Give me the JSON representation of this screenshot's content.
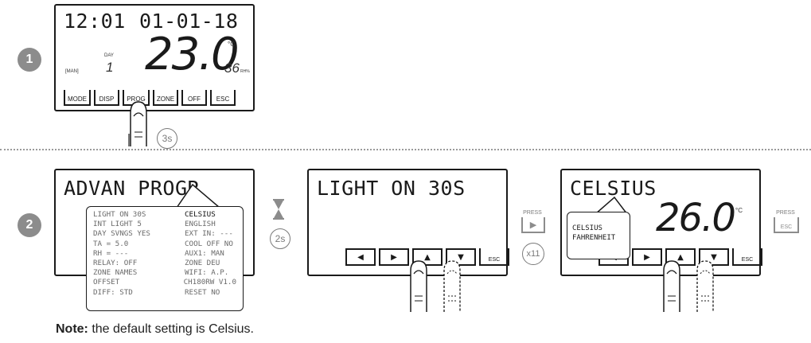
{
  "steps": {
    "one": "1",
    "two": "2"
  },
  "screen1": {
    "time": "12:01",
    "date": "01-01-18",
    "day_label": "DAY",
    "day_value": "1",
    "mode_label": "[MAN]",
    "temp": "23.0",
    "temp_unit": "°C",
    "humidity": "36",
    "humidity_unit": "RH%",
    "buttons": [
      "MODE",
      "DISP",
      "PROG",
      "ZONE",
      "OFF",
      "ESC"
    ],
    "hold": "3s"
  },
  "screen2": {
    "title": "ADVAN PROGR",
    "menu": [
      [
        "LIGHT ON 30S",
        "CELSIUS"
      ],
      [
        "INT LIGHT 5",
        "ENGLISH"
      ],
      [
        "DAY SVNGS YES",
        "EXT IN: ---"
      ],
      [
        "TA = 5.0",
        "COOL OFF NO"
      ],
      [
        "RH = ---",
        "AUX1: MAN"
      ],
      [
        "RELAY: OFF",
        "ZONE DEU"
      ],
      [
        "ZONE NAMES",
        "WIFI: A.P."
      ],
      [
        "OFFSET",
        "CH180RW V1.0"
      ],
      [
        "DIFF: STD",
        "RESET NO"
      ]
    ],
    "wait": "2s"
  },
  "screen3": {
    "title": "LIGHT ON 30S",
    "press": "PRESS",
    "repeat": "x11"
  },
  "screen4": {
    "title": "CELSIUS",
    "temp": "26.0",
    "temp_unit": "°C",
    "options": [
      "CELSIUS",
      "FAHRENHEIT"
    ],
    "press": "PRESS",
    "esc": "ESC"
  },
  "keys": {
    "esc": "ESC"
  },
  "note": {
    "label": "Note:",
    "text": " the default setting is Celsius."
  }
}
